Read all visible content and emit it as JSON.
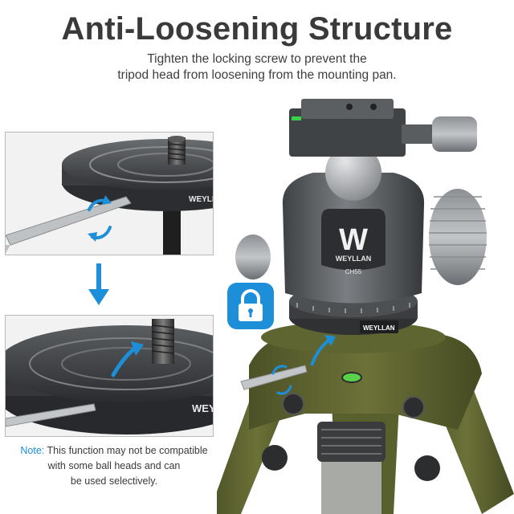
{
  "header": {
    "title": "Anti-Loosening Structure",
    "subtitle_line1": "Tighten the locking screw to prevent the",
    "subtitle_line2": "tripod head from loosening from the mounting pan."
  },
  "note": {
    "label": "Note:",
    "line1_rest": " This function may not be compatible",
    "line2": "with some ball heads and can",
    "line3": "be used selectively."
  },
  "branding": {
    "logo_letter": "W",
    "brand_name": "WEYLLAN",
    "model": "CH55"
  },
  "colors": {
    "accent_blue": "#1c8fd8",
    "olive_green": "#5e6330",
    "head_gray": "#5a5d60",
    "title_gray": "#3a3a3a"
  },
  "icons": [
    "lock-icon",
    "down-arrow-icon",
    "rotate-arrow-icon",
    "hex-key-icon"
  ]
}
